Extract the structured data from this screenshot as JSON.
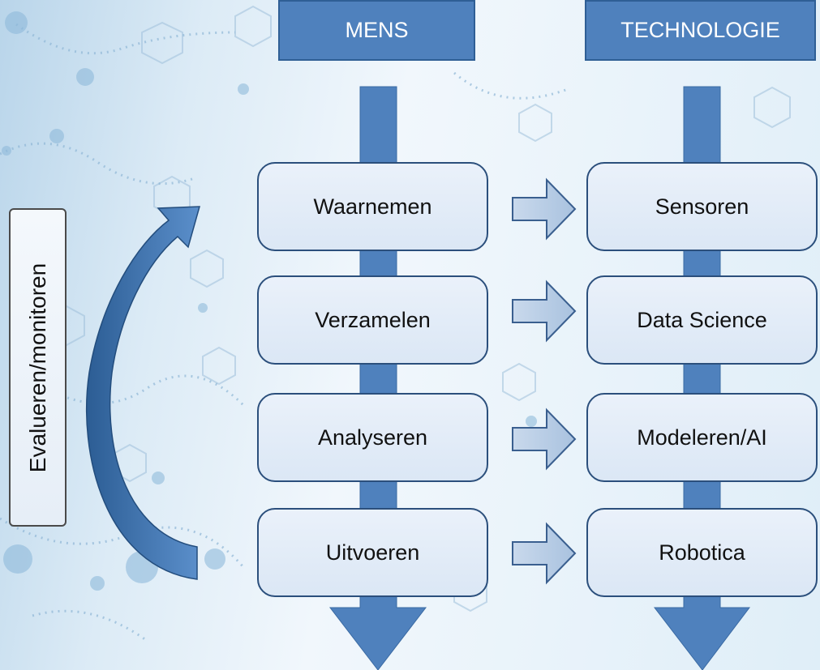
{
  "columns": {
    "mens": {
      "header": "MENS",
      "steps": [
        "Waarnemen",
        "Verzamelen",
        "Analyseren",
        "Uitvoeren"
      ]
    },
    "technologie": {
      "header": "TECHNOLOGIE",
      "steps": [
        "Sensoren",
        "Data Science",
        "Modeleren/AI",
        "Robotica"
      ]
    }
  },
  "feedback_label": "Evalueren/monitoren",
  "colors": {
    "header_fill": "#4f81bd",
    "arrow_fill": "#4f81bd",
    "box_border": "#2b4f7c",
    "box_fill": "#dbe7f5",
    "connector_fill": "#b8cce4",
    "background": "#e6f1f9"
  }
}
